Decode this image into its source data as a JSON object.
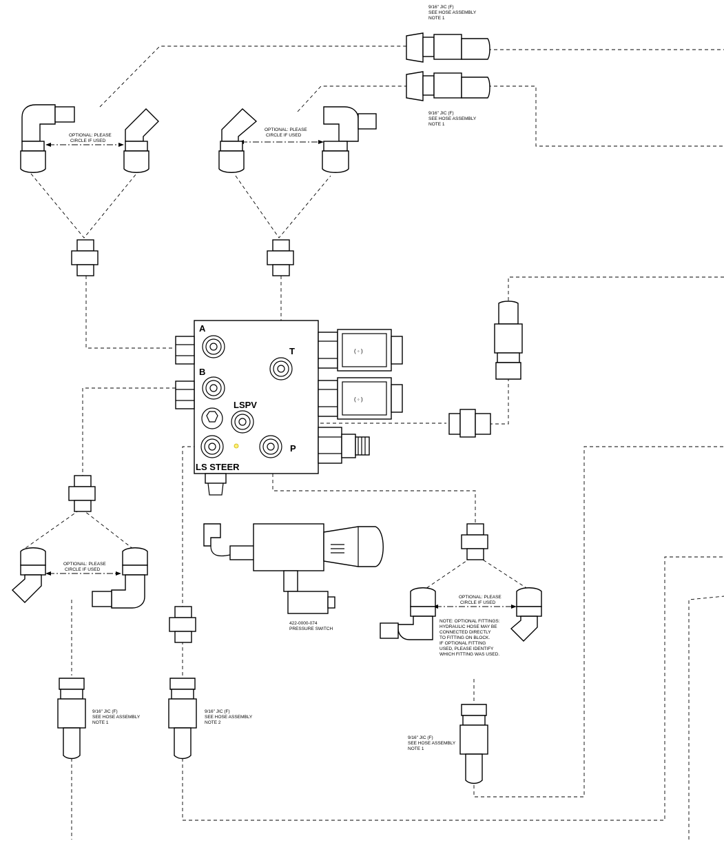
{
  "ports": {
    "a": "A",
    "b": "B",
    "t": "T",
    "p": "P",
    "lspv": "LSPV",
    "ls_steer": "LS STEER"
  },
  "hose_labels": {
    "top_right_1": [
      "9/16\" JIC (F)",
      "SEE HOSE ASSEMBLY",
      "NOTE 1"
    ],
    "top_right_2": [
      "9/16\" JIC (F)",
      "SEE HOSE ASSEMBLY",
      "NOTE 1"
    ],
    "bottom_left": [
      "9/16\" JIC (F)",
      "SEE HOSE ASSEMBLY",
      "NOTE 1"
    ],
    "bottom_mid": [
      "9/16\" JIC (F)",
      "SEE HOSE ASSEMBLY",
      "NOTE 2"
    ],
    "bottom_right": [
      "9/16\" JIC (F)",
      "SEE HOSE ASSEMBLY",
      "NOTE 1"
    ]
  },
  "optional_labels": {
    "top_left": [
      "OPTIONAL:  PLEASE",
      "CIRCLE IF USED"
    ],
    "top_mid": [
      "OPTIONAL:  PLEASE",
      "CIRCLE IF USED"
    ],
    "bottom_left": [
      "OPTIONAL:  PLEASE",
      "CIRCLE IF USED"
    ],
    "bottom_right": [
      "OPTIONAL:  PLEASE",
      "CIRCLE IF USED"
    ]
  },
  "pressure_switch": [
    "422-0000-074",
    "PRESSURE SWITCH"
  ],
  "note": [
    "NOTE:  OPTIONAL FITTINGS:",
    "HYDRAULIC HOSE MAY BE",
    "CONNECTED DIRECTLY",
    "TO FITTING ON BLOCK.",
    "IF OPTIONAL FITTING",
    "USED, PLEASE IDENTIFY",
    "WHICH FITTING WAS USED."
  ]
}
